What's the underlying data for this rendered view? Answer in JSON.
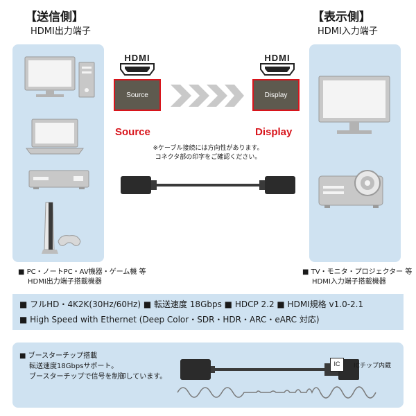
{
  "sender": {
    "title": "【送信側】",
    "subtitle": "HDMI出力端子",
    "caption_line1": "■ PC・ノートPC・AV機器・ゲーム機 等",
    "caption_line2": "HDMI出力端子搭載機器",
    "connector_label": "Source",
    "red_label": "Source"
  },
  "receiver": {
    "title": "【表示側】",
    "subtitle": "HDMI入力端子",
    "caption_line1": "■ TV・モニタ・プロジェクター 等",
    "caption_line2": "HDMI入力端子搭載機器",
    "connector_label": "Display",
    "red_label": "Display"
  },
  "logo_text": "HDMI",
  "direction_note": {
    "line1": "※ケーブル接続には方向性があります。",
    "line2": "コネクタ部の印字をご確認ください。"
  },
  "features": {
    "line1": "■ フルHD・4K2K(30Hz/60Hz) ■ 転送速度 18Gbps ■ HDCP 2.2 ■ HDMI規格 v1.0-2.1",
    "line2": "■ High Speed with Ethernet (Deep Color・SDR・HDR・ARC・eARC 対応)"
  },
  "booster": {
    "line1": "■ ブースターチップ搭載",
    "line2": "転送速度18Gbpsサポート。",
    "line3": "ブースターチップで信号を制御しています。",
    "chip_text": "IC",
    "chip_label": "ICチップ内蔵"
  },
  "colors": {
    "panel": "#cfe2f1",
    "accent_red": "#d8141b",
    "connector_body": "#5e5a4f",
    "device_grey": "#c8c8c8"
  }
}
